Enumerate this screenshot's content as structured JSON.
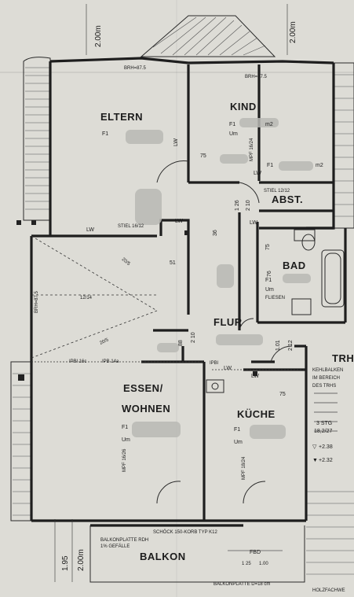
{
  "rooms": {
    "eltern": "ELTERN",
    "kind": "KIND",
    "abst": "ABST.",
    "bad": "BAD",
    "flur": "FLUR",
    "essen_line1": "ESSEN/",
    "essen_line2": "WOHNEN",
    "kueche": "KÜCHE",
    "balkon": "BALKON",
    "trh": "TRH"
  },
  "labels": {
    "f1_kind": "F1",
    "m2_kind": "m2",
    "um_kind": "Um",
    "f1_eltern": "F1",
    "f1_bad": "F1",
    "um_bad": "Um",
    "fliesen": "FLIESEN",
    "f1_essen": "F1",
    "um_essen": "Um",
    "f1_kueche": "F1",
    "um_kueche": "Um",
    "f1_abst": "F1",
    "m2_abst": "m2",
    "lw": "LW",
    "brh_top_left": "BRH=87.5",
    "brh_top_right": "BRH=87.5",
    "brh_left": "BRH=87.5",
    "stiel_abst": "STIEL 12/12",
    "stiel_left": "STIEL 16/12",
    "beam_12_14": "12/14",
    "beam_20_5": "20/5",
    "beam_20_5b": "20/5",
    "ipbl_1": "IPBl 16c",
    "ipbl_2": "IPB 14a",
    "ipbl_3": "IPBl",
    "mpf_essen": "MPF 16/26",
    "mpf_kueche": "MPF 18/24",
    "mpf_kind": "MPF 16/24",
    "kehlbalken": "KEHLBALKEN",
    "im_bereich": "IM BEREICH",
    "des_trhs": "DES TRHS",
    "stg": "3 STG",
    "stg_ratio": "18,2/27",
    "level_238": "+2.38",
    "level_232": "+2.32",
    "schoeck": "SCHÖCK 150-KORB TYP K12",
    "balkonplatte_top": "BALKONPLATTE RDH",
    "gefaelle": "1% GEFÄLLE",
    "balkonplatte_bottom": "BALKONPLATTE D=18 cm",
    "fbd": "FBD",
    "holzfachwerk": "HOLZFACHWE",
    "dim_200_top_left": "2.00m",
    "dim_200_top_right": "2.00m",
    "dim_195": "1.95",
    "dim_200_bottom": "2.00m",
    "d75_kind": "75",
    "d75_kueche": "75",
    "d76": "76",
    "d75_bad": "75",
    "d1_26": "1 26",
    "d2_10_kind": "2 10",
    "d36": "36",
    "d51": "51",
    "d88": "88",
    "d2_10_flur": "2 10",
    "d1_01": "1.01",
    "d2_12": "2 12",
    "d1_25": "1 25",
    "d1_00": "1.00"
  }
}
